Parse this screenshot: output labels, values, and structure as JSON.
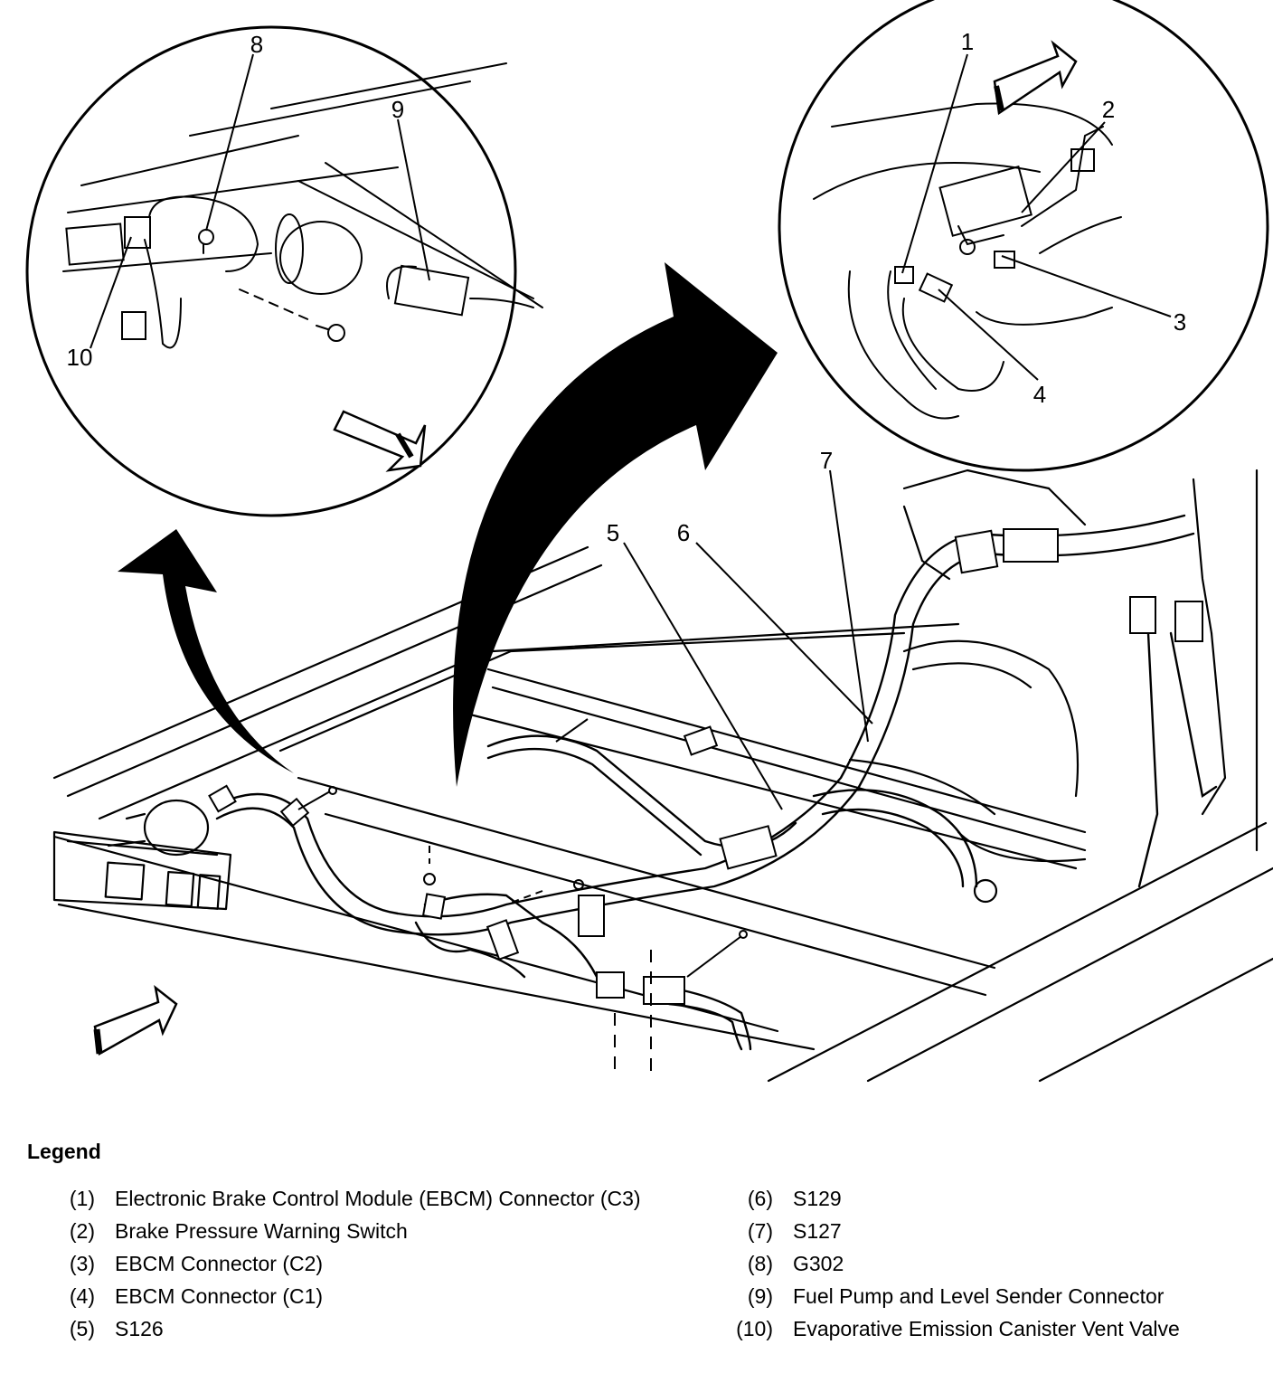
{
  "callouts": [
    "1",
    "2",
    "3",
    "4",
    "5",
    "6",
    "7",
    "8",
    "9",
    "10"
  ],
  "legend": {
    "title": "Legend",
    "left": [
      {
        "num": "(1)",
        "text": "Electronic Brake Control Module (EBCM) Connector (C3)"
      },
      {
        "num": "(2)",
        "text": "Brake Pressure Warning Switch"
      },
      {
        "num": "(3)",
        "text": "EBCM Connector (C2)"
      },
      {
        "num": "(4)",
        "text": "EBCM Connector (C1)"
      },
      {
        "num": "(5)",
        "text": "S126"
      }
    ],
    "right": [
      {
        "num": "(6)",
        "text": "S129"
      },
      {
        "num": "(7)",
        "text": "S127"
      },
      {
        "num": "(8)",
        "text": "G302"
      },
      {
        "num": "(9)",
        "text": "Fuel Pump and Level Sender Connector"
      },
      {
        "num": "(10)",
        "text": "Evaporative Emission Canister Vent Valve"
      }
    ]
  }
}
